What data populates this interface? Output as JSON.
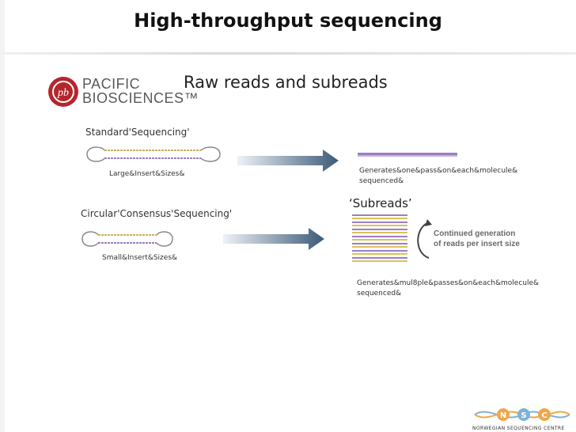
{
  "slide": {
    "title": "High-throughput sequencing",
    "subtitle": "Raw reads and subreads"
  },
  "logo": {
    "line1": "PACIFIC",
    "line2": "BIOSCIENCES™",
    "brand_color": "#b5262b"
  },
  "standard": {
    "label": "Standard'Sequencing'",
    "insert_caption": "Large&Insert&Sizes&",
    "result_line1": "Generates&one&pass&on&each&molecule&",
    "result_line2": "sequenced&"
  },
  "ccs": {
    "label": "Circular'Consensus'Sequencing'",
    "insert_caption": "Small&Insert&Sizes&",
    "subreads_title": "‘Subreads’",
    "cycle_note_line1": "Continued generation",
    "cycle_note_line2": "of reads per insert size",
    "result_line1": "Generates&mul8ple&passes&on&each&molecule&",
    "result_line2": "sequenced&"
  },
  "footer": {
    "org_name": "NORWEGIAN SEQUENCING CENTRE",
    "badge_letters": [
      "N",
      "S",
      "C"
    ]
  },
  "colors": {
    "arrow_dark": "#3c5a78",
    "arrow_light": "#e8edf2",
    "read_purple": "#9b7fc0",
    "read_yellow": "#d9c25a",
    "accent_orange": "#f0a64a",
    "accent_blue": "#7fb2d6"
  }
}
